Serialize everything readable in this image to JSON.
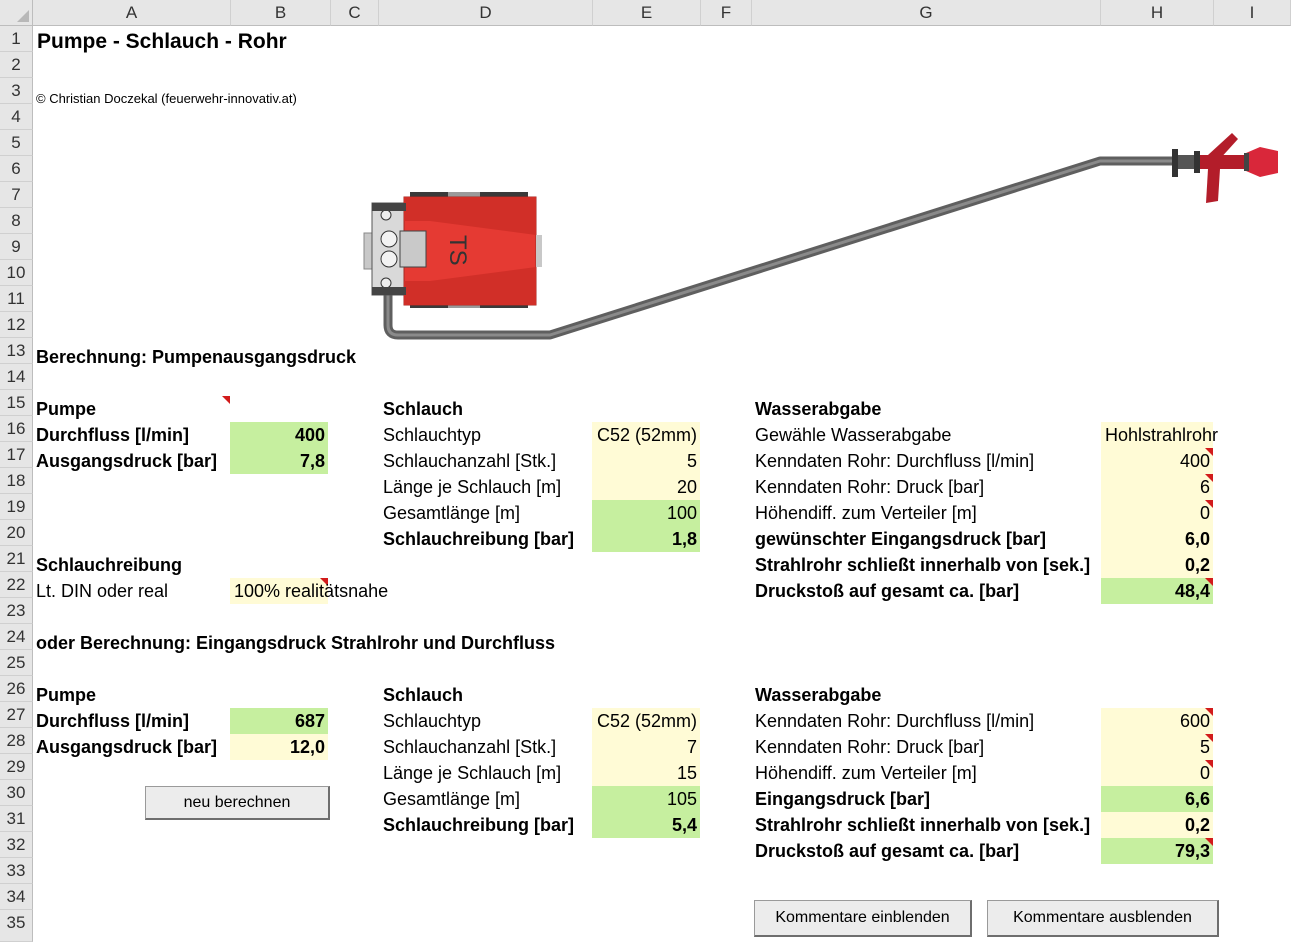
{
  "columns": [
    "A",
    "B",
    "C",
    "D",
    "E",
    "F",
    "G",
    "H",
    "I"
  ],
  "rows": [
    "1",
    "2",
    "3",
    "4",
    "5",
    "6",
    "7",
    "8",
    "9",
    "10",
    "11",
    "12",
    "13",
    "14",
    "15",
    "16",
    "17",
    "18",
    "19",
    "20",
    "21",
    "22",
    "23",
    "24",
    "25",
    "26",
    "27",
    "28",
    "29",
    "30",
    "31",
    "32",
    "33",
    "34",
    "35"
  ],
  "title": "Pumpe - Schlauch - Rohr",
  "copyright": "© Christian Doczekal (feuerwehr-innovativ.at)",
  "pump_label": "TS",
  "section1": {
    "heading": "Berechnung: Pumpenausgangsdruck",
    "pumpe": {
      "header": "Pumpe",
      "durchfluss_label": "Durchfluss [l/min]",
      "durchfluss_value": "400",
      "ausgangsdruck_label": "Ausgangsdruck [bar]",
      "ausgangsdruck_value": "7,8"
    },
    "reibung": {
      "header": "Schlauchreibung",
      "label": "Lt. DIN oder real",
      "value": "100% realitätsnahe"
    },
    "schlauch": {
      "header": "Schlauch",
      "typ_label": "Schlauchtyp",
      "typ_value": "C52 (52mm)",
      "anzahl_label": "Schlauchanzahl [Stk.]",
      "anzahl_value": "5",
      "laenge_label": "Länge je Schlauch [m]",
      "laenge_value": "20",
      "gesamt_label": "Gesamtlänge [m]",
      "gesamt_value": "100",
      "reibung_label": "Schlauchreibung [bar]",
      "reibung_value": "1,8"
    },
    "wasser": {
      "header": "Wasserabgabe",
      "abgabe_label": "Gewähle Wasserabgabe",
      "abgabe_value": "Hohlstrahlrohr",
      "kd_durchfluss_label": "Kenndaten Rohr: Durchfluss [l/min]",
      "kd_durchfluss_value": "400",
      "kd_druck_label": "Kenndaten Rohr: Druck [bar]",
      "kd_druck_value": "6",
      "hoehe_label": "Höhendiff. zum Verteiler [m]",
      "hoehe_value": "0",
      "eingang_label": "gewünschter Eingangsdruck [bar]",
      "eingang_value": "6,0",
      "schliesst_label": "Strahlrohr schließt innerhalb von [sek.]",
      "schliesst_value": "0,2",
      "stoss_label": "Druckstoß auf gesamt ca. [bar]",
      "stoss_value": "48,4"
    }
  },
  "section2": {
    "heading": "oder Berechnung: Eingangsdruck Strahlrohr und Durchfluss",
    "pumpe": {
      "header": "Pumpe",
      "durchfluss_label": "Durchfluss [l/min]",
      "durchfluss_value": "687",
      "ausgangsdruck_label": "Ausgangsdruck [bar]",
      "ausgangsdruck_value": "12,0"
    },
    "button_label": "neu berechnen",
    "schlauch": {
      "header": "Schlauch",
      "typ_label": "Schlauchtyp",
      "typ_value": "C52 (52mm)",
      "anzahl_label": "Schlauchanzahl [Stk.]",
      "anzahl_value": "7",
      "laenge_label": "Länge je Schlauch [m]",
      "laenge_value": "15",
      "gesamt_label": "Gesamtlänge [m]",
      "gesamt_value": "105",
      "reibung_label": "Schlauchreibung [bar]",
      "reibung_value": "5,4"
    },
    "wasser": {
      "header": "Wasserabgabe",
      "kd_durchfluss_label": "Kenndaten Rohr: Durchfluss [l/min]",
      "kd_durchfluss_value": "600",
      "kd_druck_label": "Kenndaten Rohr: Druck [bar]",
      "kd_druck_value": "5",
      "hoehe_label": "Höhendiff. zum Verteiler [m]",
      "hoehe_value": "0",
      "eingang_label": "Eingangsdruck [bar]",
      "eingang_value": "6,6",
      "schliesst_label": "Strahlrohr schließt innerhalb von [sek.]",
      "schliesst_value": "0,2",
      "stoss_label": "Druckstoß auf gesamt ca. [bar]",
      "stoss_value": "79,3"
    }
  },
  "buttons": {
    "show_comments": "Kommentare einblenden",
    "hide_comments": "Kommentare ausblenden"
  },
  "colors": {
    "header_bg": "#e6e6e6",
    "result_green": "#c6ef9f",
    "input_yellow": "#fffbd6",
    "comment_marker": "#d21b1b",
    "pump_red": "#e53a33",
    "hose_gray": "#6f6f6f"
  }
}
